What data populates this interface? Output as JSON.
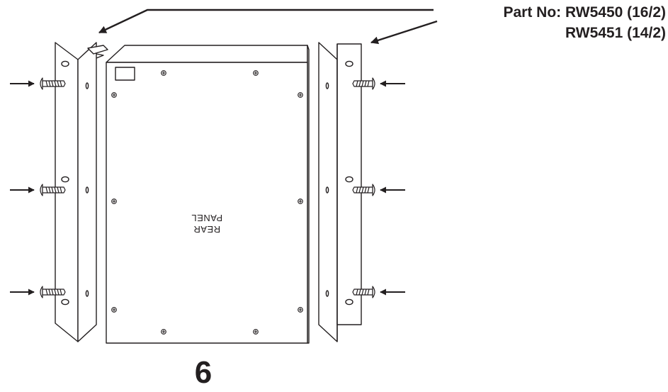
{
  "part_label": {
    "line1": "Part No: RW5450 (16/2)",
    "line2": "RW5451 (14/2)"
  },
  "panel_label": {
    "line1": "REAR",
    "line2": "PANEL"
  },
  "step_number": "6",
  "colors": {
    "ink": "#231f20",
    "background": "#ffffff"
  }
}
